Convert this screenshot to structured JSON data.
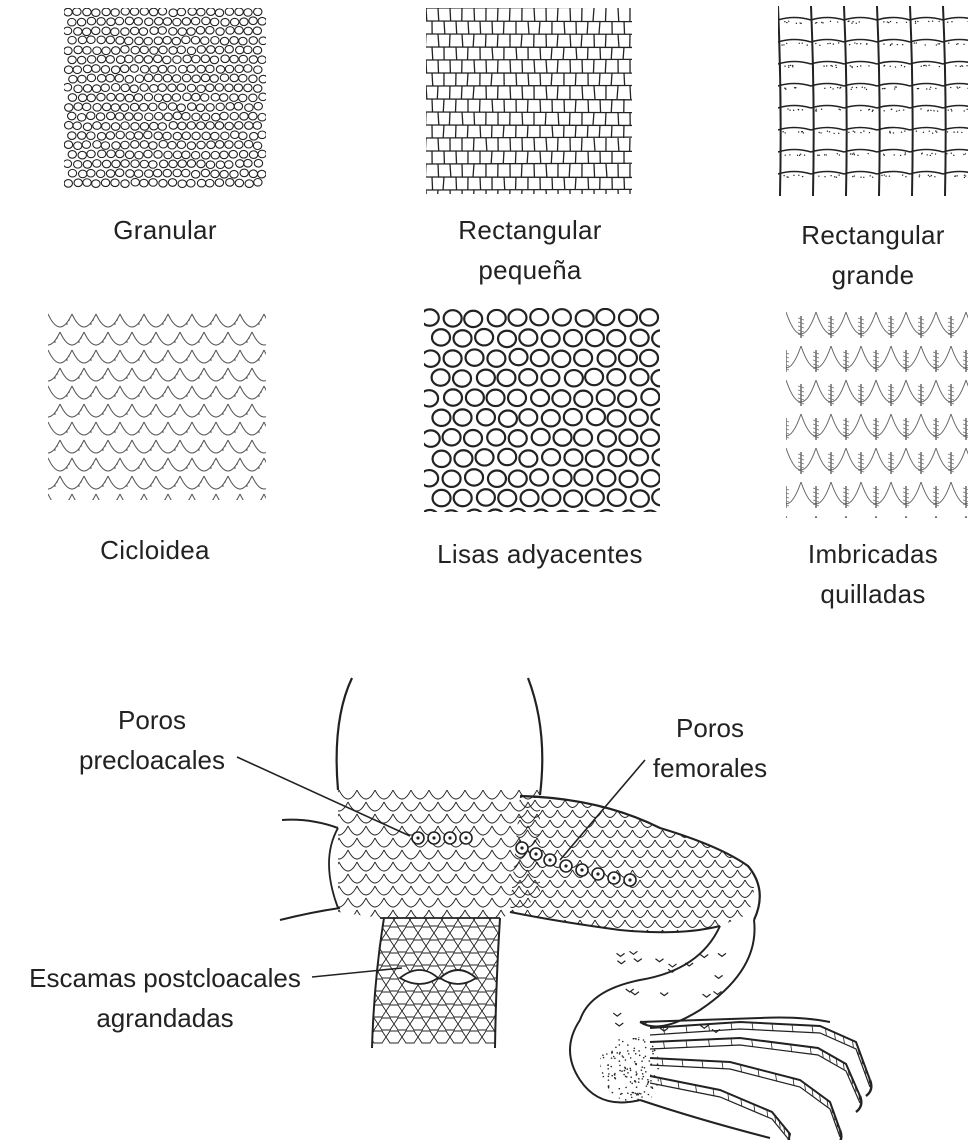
{
  "scale_types": [
    {
      "id": "granular",
      "lines": [
        "Granular",
        ""
      ]
    },
    {
      "id": "rect-small",
      "lines": [
        "Rectangular",
        "pequeña"
      ]
    },
    {
      "id": "rect-large",
      "lines": [
        "Rectangular",
        "grande"
      ]
    },
    {
      "id": "cycloid",
      "lines": [
        "Cicloidea",
        ""
      ]
    },
    {
      "id": "smooth-adjacent",
      "lines": [
        "Lisas adyacentes",
        ""
      ]
    },
    {
      "id": "imbricate-keeled",
      "lines": [
        "Imbricadas",
        "quilladas"
      ]
    }
  ],
  "anatomy_labels": {
    "precloacal": [
      "Poros",
      "precloacales"
    ],
    "femoral": [
      "Poros",
      "femorales"
    ],
    "postcloacal": [
      "Escamas postcloacales",
      "agrandadas"
    ]
  },
  "colors": {
    "ink": "#222222",
    "background": "#ffffff"
  }
}
